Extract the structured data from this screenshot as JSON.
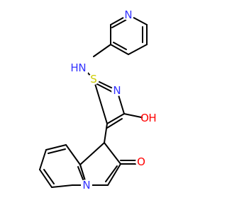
{
  "structure": {
    "atoms": [
      {
        "id": "n_pyr",
        "label": "N",
        "color": "#3333ff"
      },
      {
        "id": "nh",
        "label": "N",
        "color": "#3333ff"
      },
      {
        "id": "h_nh",
        "label": "H",
        "color": "#3333ff"
      },
      {
        "id": "n_thz",
        "label": "N",
        "color": "#3333ff"
      },
      {
        "id": "s",
        "label": "S",
        "color": "#cccc00"
      },
      {
        "id": "o_oh",
        "label": "O",
        "color": "#ff0000"
      },
      {
        "id": "h_oh",
        "label": "H",
        "color": "#ff0000"
      },
      {
        "id": "o_ket",
        "label": "O",
        "color": "#ff0000"
      },
      {
        "id": "n_ind",
        "label": "N",
        "color": "#3333ff"
      }
    ]
  }
}
